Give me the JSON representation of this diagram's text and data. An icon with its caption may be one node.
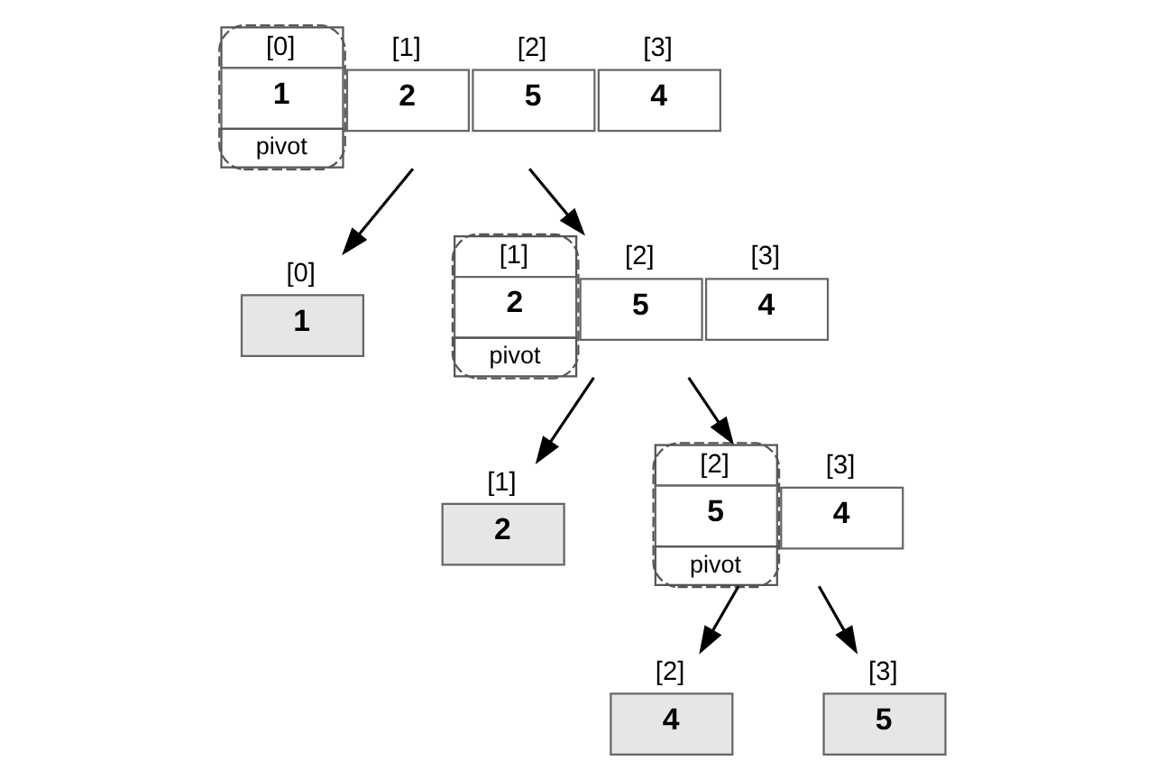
{
  "diagram": {
    "nodes": [
      {
        "text": [
          "[0]",
          "[1]",
          "[2]",
          "[3]",
          "1",
          "2",
          "5",
          "4",
          "pivot"
        ]
      },
      {
        "text": [
          "[0]",
          "1"
        ]
      },
      {
        "text": [
          "[1]",
          "[2]",
          "[3]",
          "2",
          "5",
          "4",
          "pivot"
        ]
      },
      {
        "text": [
          "[1]",
          "2"
        ]
      },
      {
        "text": [
          "[2]",
          "[3]",
          "5",
          "4",
          "pivot"
        ]
      },
      {
        "text": [
          "[2]",
          "4"
        ]
      },
      {
        "text": [
          "[3]",
          "5"
        ]
      }
    ],
    "edges": [
      {
        "from": 0,
        "to": 1,
        "arrow": "to"
      },
      {
        "from": 0,
        "to": 2,
        "arrow": "to"
      },
      {
        "from": 2,
        "to": 3,
        "arrow": "to"
      },
      {
        "from": 2,
        "to": 4,
        "arrow": "to"
      },
      {
        "from": 4,
        "to": 5,
        "arrow": "to"
      },
      {
        "from": 4,
        "to": 6,
        "arrow": "to"
      }
    ]
  }
}
